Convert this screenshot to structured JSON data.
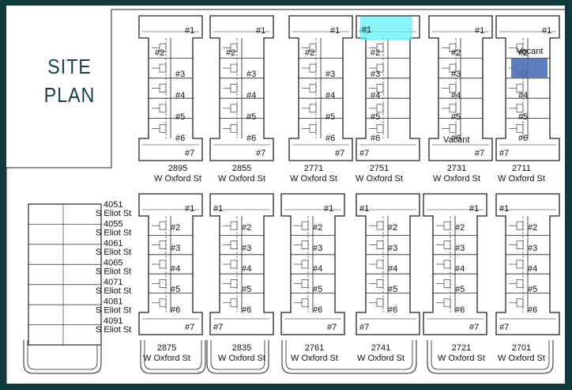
{
  "header": {
    "title_line1": "SITE",
    "title_line2": "PLAN"
  },
  "colors": {
    "frame": "#0f3b3f",
    "highlight_cyan": "#5ff1f4",
    "highlight_blue": "#4a70b8",
    "line": "#222222"
  },
  "buildings_top": [
    {
      "id": "b2895",
      "number": "2895",
      "street": "W Oxford St",
      "units": [
        "#1",
        "#2",
        "#3",
        "#4",
        "#5",
        "#6",
        "#7"
      ]
    },
    {
      "id": "b2855",
      "number": "2855",
      "street": "W Oxford St",
      "units": [
        "#1",
        "#2",
        "#3",
        "#4",
        "#5",
        "#6",
        "#7"
      ]
    },
    {
      "id": "b2771",
      "number": "2771",
      "street": "W Oxford St",
      "units": [
        "#1",
        "#2",
        "#3",
        "#4",
        "#5",
        "#6",
        "#7"
      ]
    },
    {
      "id": "b2751",
      "number": "2751",
      "street": "W Oxford St",
      "units": [
        "#1",
        "#2",
        "#3",
        "#4",
        "#5",
        "#6",
        "#7"
      ]
    },
    {
      "id": "b2731",
      "number": "2731",
      "street": "W Oxford St",
      "units": [
        "#1",
        "#2",
        "#3",
        "#4",
        "#5",
        "#6",
        "#7"
      ],
      "vacant_note": "Vacant"
    },
    {
      "id": "b2711",
      "number": "2711",
      "street": "W Oxford St",
      "units": [
        "#1",
        "#2",
        "#3",
        "#4",
        "#5",
        "#6",
        "#7"
      ],
      "vacant_note": "Vacant"
    }
  ],
  "buildings_bottom": [
    {
      "id": "b2875",
      "number": "2875",
      "street": "W Oxford St",
      "units": [
        "#1",
        "#2",
        "#3",
        "#4",
        "#5",
        "#6",
        "#7"
      ]
    },
    {
      "id": "b2835",
      "number": "2835",
      "street": "W Oxford St",
      "units": [
        "#1",
        "#2",
        "#3",
        "#4",
        "#5",
        "#6",
        "#7"
      ]
    },
    {
      "id": "b2761",
      "number": "2761",
      "street": "W Oxford St",
      "units": [
        "#1",
        "#2",
        "#3",
        "#4",
        "#5",
        "#6",
        "#7"
      ]
    },
    {
      "id": "b2741",
      "number": "2741",
      "street": "W Oxford St",
      "units": [
        "#1",
        "#2",
        "#3",
        "#4",
        "#5",
        "#6",
        "#7"
      ]
    },
    {
      "id": "b2721",
      "number": "2721",
      "street": "W Oxford St",
      "units": [
        "#1",
        "#2",
        "#3",
        "#4",
        "#5",
        "#6",
        "#7"
      ]
    },
    {
      "id": "b2701",
      "number": "2701",
      "street": "W Oxford St",
      "units": [
        "#1",
        "#2",
        "#3",
        "#4",
        "#5",
        "#6",
        "#7"
      ]
    }
  ],
  "eliot": [
    {
      "number": "4051",
      "street": "S Eliot St"
    },
    {
      "number": "4055",
      "street": "S Eliot St"
    },
    {
      "number": "4061",
      "street": "S Eliot St"
    },
    {
      "number": "4065",
      "street": "S Eliot St"
    },
    {
      "number": "4071",
      "street": "S Eliot St"
    },
    {
      "number": "4081",
      "street": "S Eliot St"
    },
    {
      "number": "4091",
      "street": "S Eliot St"
    }
  ],
  "highlights": [
    {
      "building": "2751",
      "unit": "#1",
      "color": "#5ff1f4"
    },
    {
      "building": "2711",
      "unit": "#3",
      "color": "#4a70b8"
    }
  ]
}
